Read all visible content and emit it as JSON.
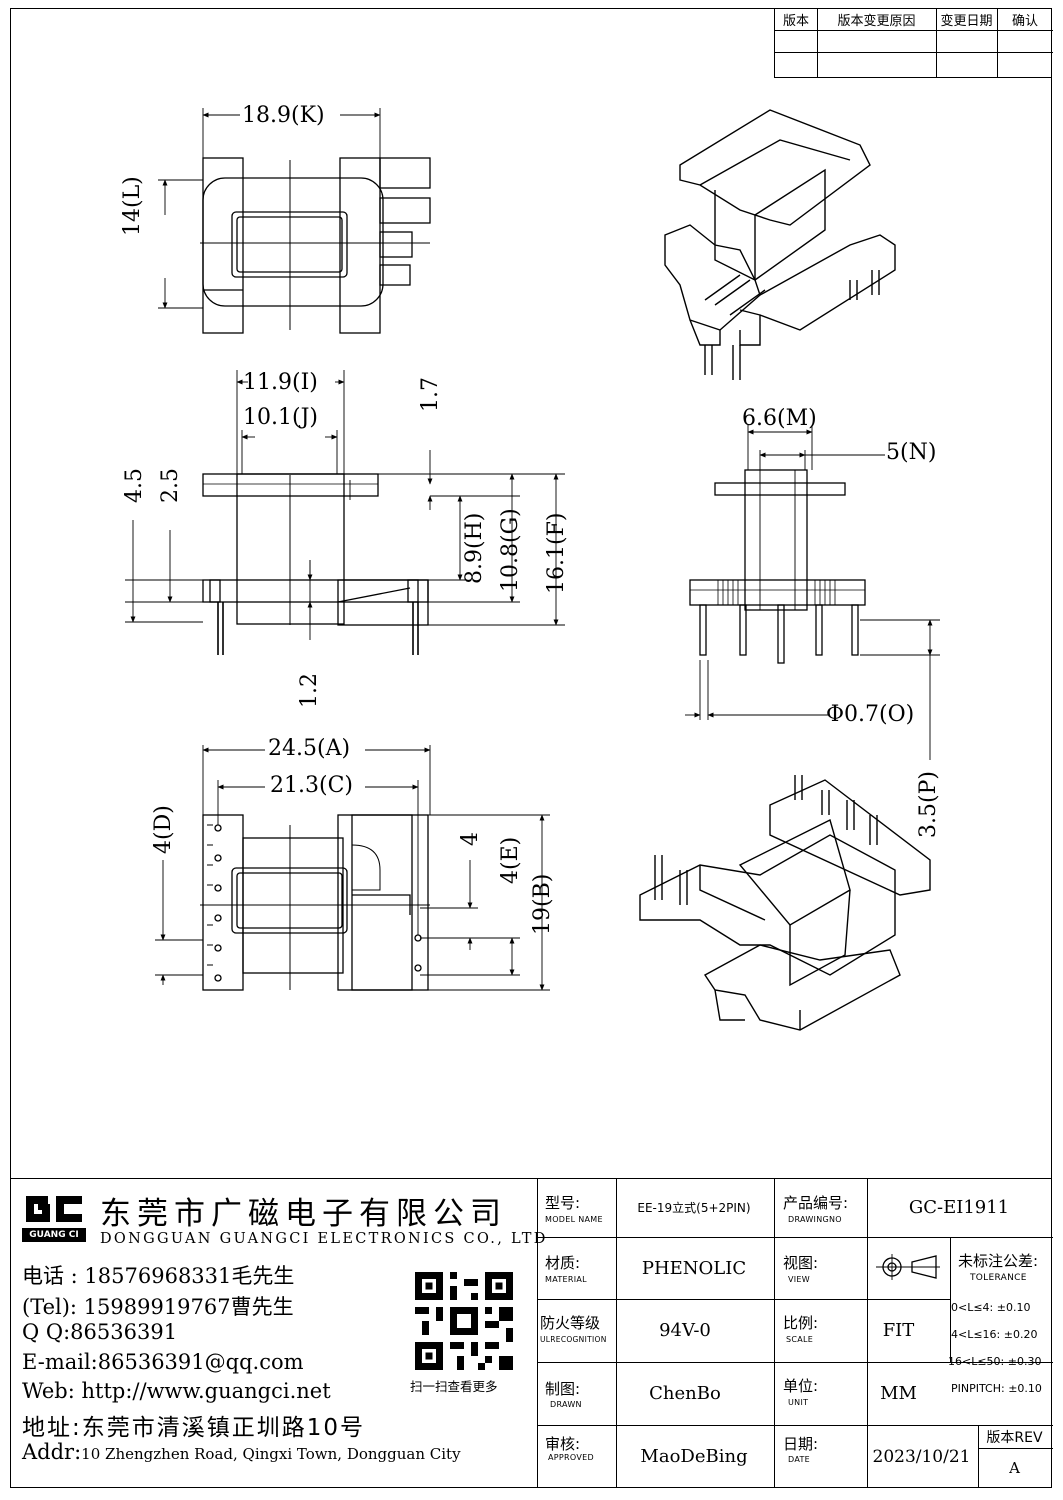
{
  "revision_table": {
    "headers": [
      "版本",
      "版本变更原因",
      "变更日期",
      "确认"
    ]
  },
  "dimensions": {
    "K": "18.9(K)",
    "L": "14(L)",
    "I": "11.9(I)",
    "J": "10.1(J)",
    "d17": "1.7",
    "d45": "4.5",
    "d25": "2.5",
    "H": "8.9(H)",
    "G": "10.8(G)",
    "F": "16.1(F)",
    "d12": "1.2",
    "M": "6.6(M)",
    "N": "5(N)",
    "O": "Φ0.7(O)",
    "P": "3.5(P)",
    "A": "24.5(A)",
    "C": "21.3(C)",
    "D": "4(D)",
    "d4": "4",
    "E": "4(E)",
    "B": "19(B)"
  },
  "company": {
    "name_cn": "东莞市广磁电子有限公司",
    "name_en": "DONGGUAN GUANGCI ELECTRONICS CO., LTD",
    "logo_text": "GUANG CI",
    "phone": "电话 : 18576968331毛先生",
    "tel": "(Tel): 15989919767曹先生",
    "qq": "Q Q:86536391",
    "email": "E-mail:86536391@qq.com",
    "web": "Web: http://www.guangci.net",
    "addr_cn": "地址:东莞市清溪镇正圳路10号",
    "addr_en_prefix": "Addr:",
    "addr_en": "10 Zhengzhen Road, Qingxi Town, Dongguan City",
    "qr_caption": "扫一扫查看更多"
  },
  "title_block": {
    "model": {
      "cn": "型号:",
      "en": "MODEL NAME",
      "value": "EE-19立式(5+2PIN)"
    },
    "drawing_no": {
      "cn": "产品编号:",
      "en": "DRAWINGNO",
      "value": "GC-EI1911"
    },
    "material": {
      "cn": "材质:",
      "en": "MATERIAL",
      "value": "PHENOLIC"
    },
    "view": {
      "cn": "视图:",
      "en": "VIEW"
    },
    "tolerance": {
      "cn": "未标注公差:",
      "en": "TOLERANCE",
      "rows": [
        "0<L≤4: ±0.10",
        "4<L≤16: ±0.20",
        "16<L≤50: ±0.30",
        "PINPITCH: ±0.10"
      ]
    },
    "flame": {
      "cn": "防火等级",
      "en": "ULRECOGNITION",
      "value": "94V-0"
    },
    "scale": {
      "cn": "比例:",
      "en": "SCALE",
      "value": "FIT"
    },
    "drawn": {
      "cn": "制图:",
      "en": "DRAWN",
      "value": "ChenBo"
    },
    "unit": {
      "cn": "单位:",
      "en": "UNIT",
      "value": "MM"
    },
    "approved": {
      "cn": "审核:",
      "en": "APPROVED",
      "value": "MaoDeBing"
    },
    "date": {
      "cn": "日期:",
      "en": "DATE",
      "value": "2023/10/21"
    },
    "rev": {
      "label": "版本REV",
      "value": "A"
    }
  }
}
